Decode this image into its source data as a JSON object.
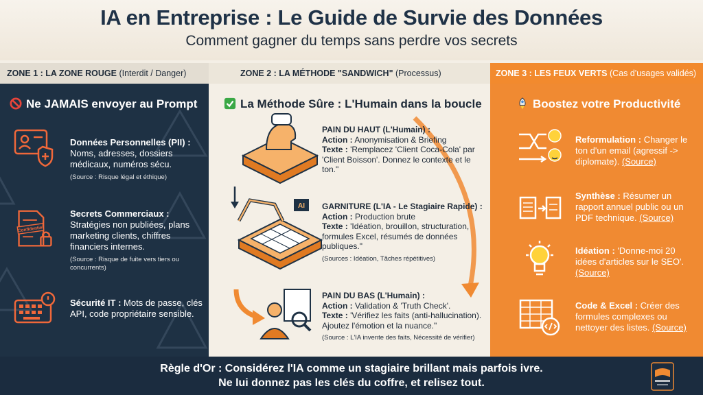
{
  "header": {
    "title": "IA en Entreprise : Le Guide de Survie des Données",
    "subtitle": "Comment gagner du temps sans perdre vos secrets"
  },
  "zones": [
    {
      "name": "ZONE 1 : LA ZONE ROUGE",
      "note": "(Interdit / Danger)"
    },
    {
      "name": "ZONE 2 : LA MÉTHODE \"SANDWICH\"",
      "note": "(Processus)"
    },
    {
      "name": "ZONE 3 : LES FEUX VERTS",
      "note": "(Cas d'usages validés)"
    }
  ],
  "col1": {
    "title": "Ne JAMAIS envoyer au Prompt",
    "items": [
      {
        "title": "Données Personnelles (PII) :",
        "text": "Noms, adresses, dossiers médicaux, numéros sécu.",
        "source": "(Source : Risque légal et éthique)",
        "icon": "id-card-shield-icon"
      },
      {
        "title": "Secrets Commerciaux :",
        "text": "Stratégies non publiées, plans marketing clients, chiffres financiers internes.",
        "source": "(Source : Risque de fuite vers tiers ou concurrents)",
        "icon": "confidential-document-icon",
        "stamp": "Confidentiel"
      },
      {
        "title": "Sécurité IT :",
        "text": "Mots de passe, clés API, code propriétaire sensible.",
        "source": "",
        "icon": "keyboard-lock-icon"
      }
    ]
  },
  "col2": {
    "title": "La Méthode Sûre : L'Humain dans la boucle",
    "items": [
      {
        "title": "PAIN DU HAUT (L'Humain) :",
        "action_label": "Action :",
        "action": "Anonymisation & Briefing",
        "text_label": "Texte :",
        "text": "'Remplacez 'Client Coca-Cola' par 'Client Boisson'. Donnez le contexte et le ton.\"",
        "source": ""
      },
      {
        "title": "GARNITURE (L'IA - Le Stagiaire Rapide) :",
        "action_label": "Action :",
        "action": "Production brute",
        "text_label": "Texte :",
        "text": "'Idéation, brouillon, structuration, formules Excel, résumés de données publiques.\"",
        "source": "(Sources : Idéation, Tâches répétitives)"
      },
      {
        "title": "PAIN DU BAS (L'Humain) :",
        "action_label": "Action :",
        "action": "Validation & 'Truth Check'.",
        "text_label": "Texte :",
        "text": "'Vérifiez les faits (anti-hallucination). Ajoutez l'émotion et la nuance.\"",
        "source": "(Source : L'IA invente des faits, Nécessité de vérifier)"
      }
    ],
    "ai_chip": "AI"
  },
  "col3": {
    "title": "Boostez votre Productivité",
    "items": [
      {
        "title": "Reformulation :",
        "text": "Changer le ton d'un email (agressif -> diplomate).",
        "link": "(Source)",
        "icon": "shuffle-emotions-icon"
      },
      {
        "title": "Synthèse :",
        "text": "Résumer un rapport annuel public ou un PDF technique.",
        "link": "(Source)",
        "icon": "documents-arrow-icon"
      },
      {
        "title": "Idéation :",
        "text": "'Donne-moi 20 idées d'articles sur le SEO'.",
        "link": "(Source)",
        "icon": "lightbulb-icon"
      },
      {
        "title": "Code & Excel :",
        "text": "Créer des formules complexes ou nettoyer des listes.",
        "link": "(Source)",
        "icon": "spreadsheet-code-icon"
      }
    ]
  },
  "footer": {
    "line1": "Règle d'Or : Considérez l'IA comme un stagiaire brillant mais parfois ivre.",
    "line2": "Ne lui donnez pas les clés du coffre, et relisez tout."
  },
  "colors": {
    "navy": "#1e3144",
    "orange": "#f08a32",
    "cream": "#f4efe6"
  }
}
